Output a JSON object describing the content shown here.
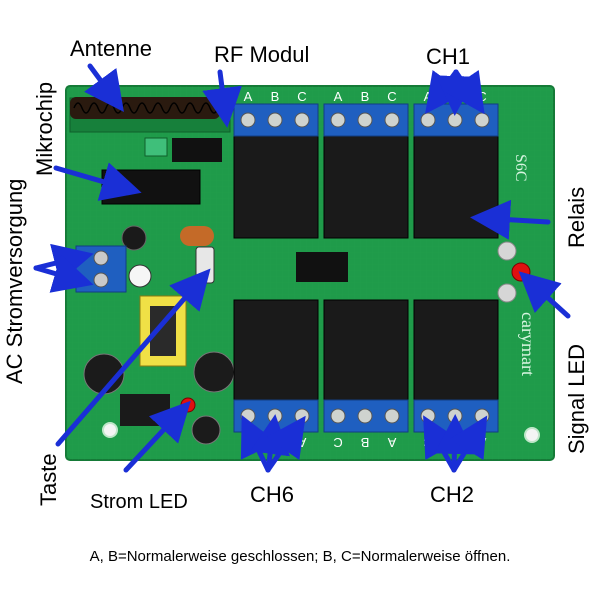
{
  "labels": {
    "antenna": "Antenne",
    "rf_module": "RF Modul",
    "ch1": "CH1",
    "microchip": "Mikrochip",
    "ac_power": "AC Stromversorgung",
    "relay": "Relais",
    "signal_led": "Signal LED",
    "button": "Taste",
    "power_led": "Strom LED",
    "ch6": "CH6",
    "ch2": "CH2"
  },
  "terminals": {
    "top": [
      "A",
      "B",
      "C",
      "A",
      "B",
      "C",
      "A",
      "B",
      "C"
    ],
    "bottom": [
      "C",
      "B",
      "A",
      "C",
      "B",
      "A",
      "C",
      "B",
      "A"
    ]
  },
  "board": {
    "model_code": "S6C",
    "brand": "carymart"
  },
  "caption": "A, B=Normalerweise geschlossen; B, C=Normalerweise öffnen.",
  "colors": {
    "pcb": "#1f9b4a",
    "relay": "#1a1a1a",
    "terminal": "#1f5fc0",
    "arrow": "#1a2fd6",
    "led": "#e01010"
  }
}
